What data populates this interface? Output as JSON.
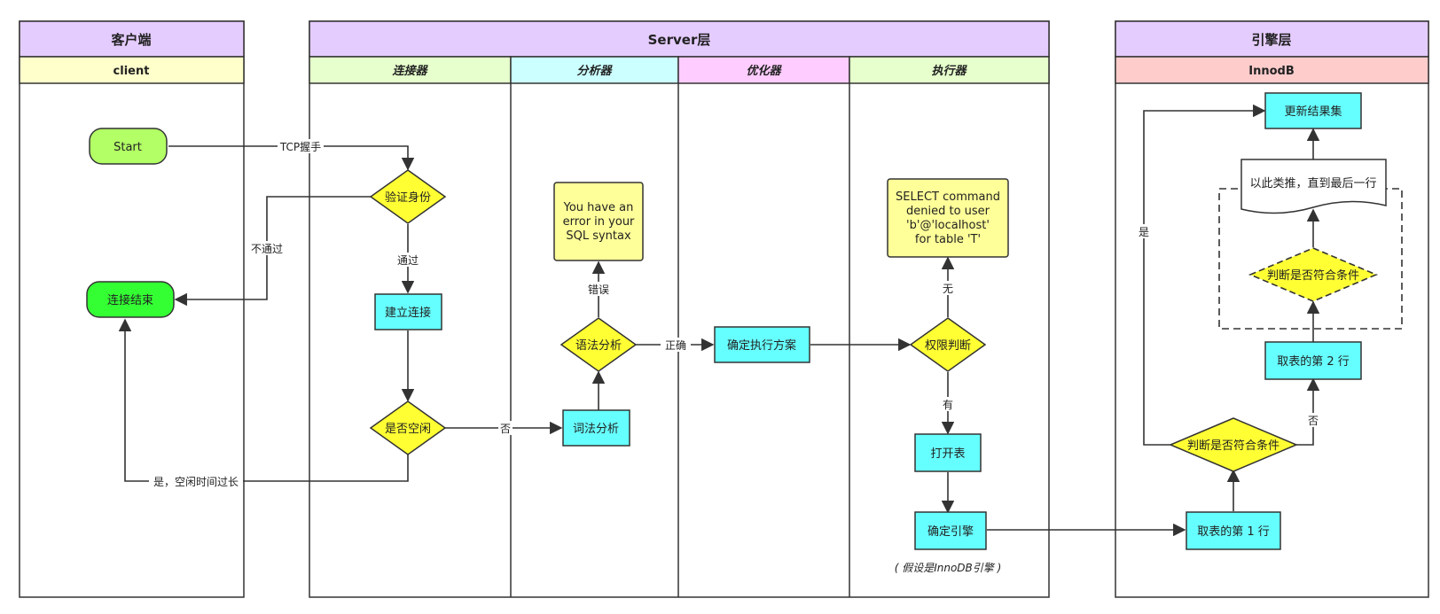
{
  "colors": {
    "lane_header": "#E5CCFF",
    "client_sub": "#FFFFCC",
    "connector_sub": "#E6FFCC",
    "analyzer_sub": "#CCFFFF",
    "optimizer_sub": "#FFCCFF",
    "executor_sub": "#E6FFCC",
    "innodb_sub": "#FFCCCC",
    "terminal_start": "#B3FF66",
    "terminal_end": "#33FF33",
    "process": "#66FFFF",
    "decision": "#FFFF33",
    "note": "#FFFF99",
    "border": "#333333"
  },
  "lanes": {
    "client": {
      "title": "客户端",
      "subtitle": "client"
    },
    "server": {
      "title": "Server层",
      "columns": {
        "connector": "连接器",
        "analyzer": "分析器",
        "optimizer": "优化器",
        "executor": "执行器"
      }
    },
    "engine": {
      "title": "引擎层",
      "subtitle": "InnodB"
    }
  },
  "nodes": {
    "start": "Start",
    "conn_end": "连接结束",
    "verify": "验证身份",
    "build_conn": "建立连接",
    "is_idle": "是否空闲",
    "lexical": "词法分析",
    "syntax": "语法分析",
    "syntax_error": [
      "You have an",
      "error in your",
      "SQL syntax"
    ],
    "plan": "确定执行方案",
    "permission": "权限判断",
    "denied": [
      "SELECT command",
      "denied to user",
      "'b'@'localhost'",
      "for table 'T'"
    ],
    "open_table": "打开表",
    "engine_pick": "确定引擎",
    "engine_note": "( 假设是InnoDB引擎 )",
    "row1": "取表的第 1 行",
    "check1": "判断是否符合条件",
    "row2": "取表的第 2 行",
    "check2": "判断是否符合条件",
    "repeat": "以此类推，直到最后一行",
    "update": "更新结果集"
  },
  "edges": {
    "tcp": "TCP握手",
    "fail": "不通过",
    "pass": "通过",
    "idle_yes": "是，空闲时间过长",
    "idle_no": "否",
    "error": "错误",
    "correct": "正确",
    "none": "无",
    "has": "有",
    "yes": "是",
    "no": "否"
  }
}
